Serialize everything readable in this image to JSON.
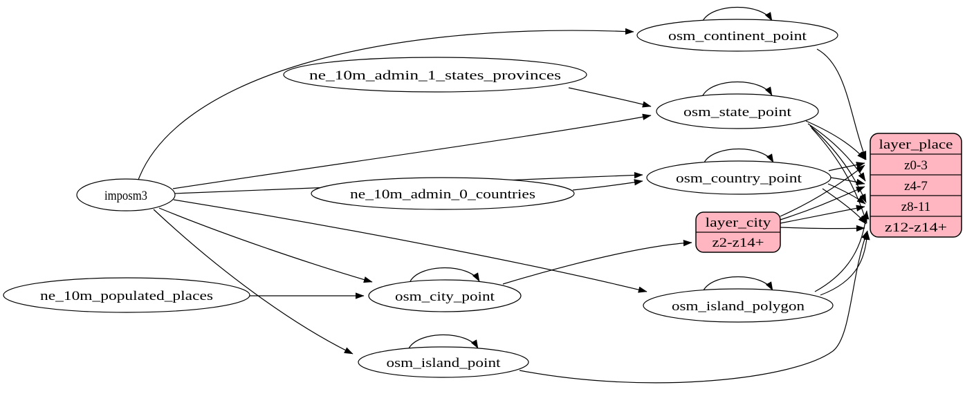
{
  "colors": {
    "background": "#ffffff",
    "table_fill": "#ffffff",
    "layer_fill": "#ffb6c1",
    "edge": "#000000",
    "text": "#000000"
  },
  "nodes": {
    "imposm3": {
      "label": "imposm3",
      "type": "source"
    },
    "ne_10m_admin_1_states_provinces": {
      "label": "ne_10m_admin_1_states_provinces",
      "type": "source"
    },
    "ne_10m_admin_0_countries": {
      "label": "ne_10m_admin_0_countries",
      "type": "source"
    },
    "ne_10m_populated_places": {
      "label": "ne_10m_populated_places",
      "type": "source"
    },
    "osm_continent_point": {
      "label": "osm_continent_point",
      "type": "table"
    },
    "osm_state_point": {
      "label": "osm_state_point",
      "type": "table"
    },
    "osm_country_point": {
      "label": "osm_country_point",
      "type": "table"
    },
    "osm_city_point": {
      "label": "osm_city_point",
      "type": "table"
    },
    "osm_island_polygon": {
      "label": "osm_island_polygon",
      "type": "table"
    },
    "osm_island_point": {
      "label": "osm_island_point",
      "type": "table"
    },
    "layer_city": {
      "title": "layer_city",
      "rows": [
        "z2-z14+"
      ],
      "type": "layer"
    },
    "layer_place": {
      "title": "layer_place",
      "rows": [
        "z0-3",
        "z4-7",
        "z8-11",
        "z12-z14+"
      ],
      "type": "layer"
    }
  },
  "edges": [
    {
      "from": "imposm3",
      "to": "osm_continent_point"
    },
    {
      "from": "imposm3",
      "to": "osm_state_point"
    },
    {
      "from": "imposm3",
      "to": "osm_country_point"
    },
    {
      "from": "imposm3",
      "to": "osm_city_point"
    },
    {
      "from": "imposm3",
      "to": "osm_island_polygon"
    },
    {
      "from": "imposm3",
      "to": "osm_island_point"
    },
    {
      "from": "ne_10m_admin_1_states_provinces",
      "to": "osm_state_point"
    },
    {
      "from": "ne_10m_admin_0_countries",
      "to": "osm_country_point"
    },
    {
      "from": "ne_10m_populated_places",
      "to": "osm_city_point"
    },
    {
      "from": "osm_continent_point",
      "to": "osm_continent_point"
    },
    {
      "from": "osm_state_point",
      "to": "osm_state_point"
    },
    {
      "from": "osm_country_point",
      "to": "osm_country_point"
    },
    {
      "from": "osm_city_point",
      "to": "osm_city_point"
    },
    {
      "from": "osm_island_polygon",
      "to": "osm_island_polygon"
    },
    {
      "from": "osm_island_point",
      "to": "osm_island_point"
    },
    {
      "from": "osm_city_point",
      "to": "layer_city:z2-z14+"
    },
    {
      "from": "osm_continent_point",
      "to": "layer_place:z0-3"
    },
    {
      "from": "osm_state_point",
      "to": "layer_place:z0-3"
    },
    {
      "from": "osm_state_point",
      "to": "layer_place:z4-7"
    },
    {
      "from": "osm_state_point",
      "to": "layer_place:z8-11"
    },
    {
      "from": "osm_state_point",
      "to": "layer_place:z12-z14+"
    },
    {
      "from": "osm_country_point",
      "to": "layer_place:z0-3"
    },
    {
      "from": "osm_country_point",
      "to": "layer_place:z4-7"
    },
    {
      "from": "osm_country_point",
      "to": "layer_place:z8-11"
    },
    {
      "from": "osm_country_point",
      "to": "layer_place:z12-z14+"
    },
    {
      "from": "layer_city",
      "to": "layer_place:z0-3"
    },
    {
      "from": "layer_city",
      "to": "layer_place:z4-7"
    },
    {
      "from": "layer_city",
      "to": "layer_place:z8-11"
    },
    {
      "from": "layer_city",
      "to": "layer_place:z12-z14+"
    },
    {
      "from": "osm_island_polygon",
      "to": "layer_place:z8-11"
    },
    {
      "from": "osm_island_polygon",
      "to": "layer_place:z12-z14+"
    },
    {
      "from": "osm_island_point",
      "to": "layer_place:z12-z14+"
    }
  ]
}
